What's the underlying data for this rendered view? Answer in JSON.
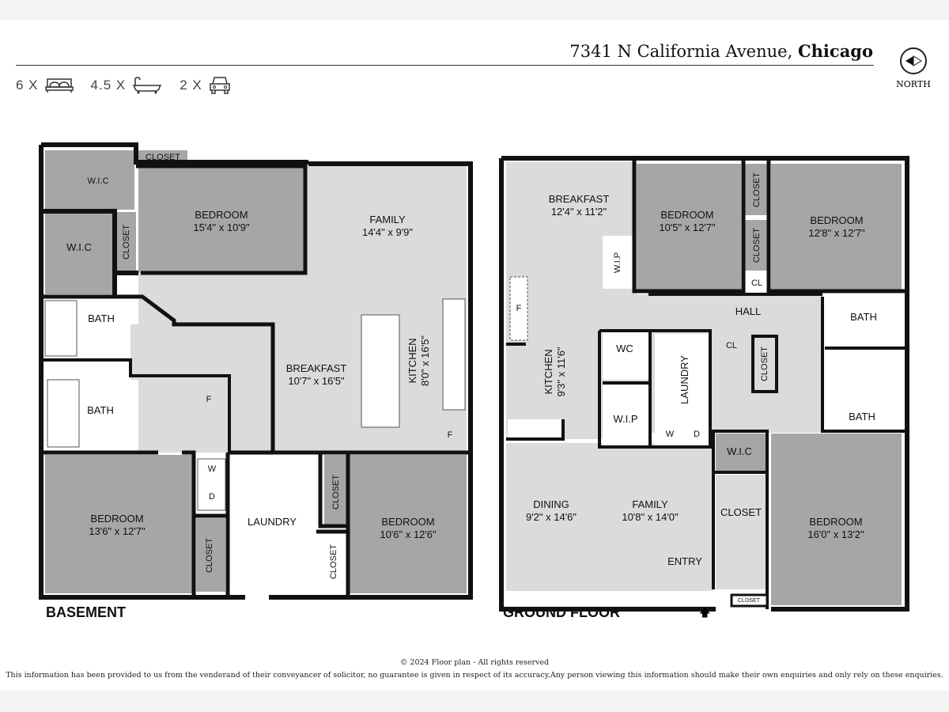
{
  "header": {
    "address": "7341 N California Avenue,",
    "city": "Chicago",
    "north_label": "NORTH"
  },
  "stats": [
    {
      "count": "6 X",
      "icon": "bed-icon"
    },
    {
      "count": "4.5 X",
      "icon": "bathtub-icon"
    },
    {
      "count": "2 X",
      "icon": "car-icon"
    }
  ],
  "basement": {
    "title": "BASEMENT",
    "rooms": [
      {
        "name": "W.I.C",
        "dims": ""
      },
      {
        "name": "CLOSET",
        "dims": ""
      },
      {
        "name": "BEDROOM",
        "dims": "15'4\" x 10'9\""
      },
      {
        "name": "FAMILY",
        "dims": "14'4\" x 9'9\""
      },
      {
        "name": "W.I.C",
        "dims": ""
      },
      {
        "name": "CLOSET",
        "dims": ""
      },
      {
        "name": "BATH",
        "dims": ""
      },
      {
        "name": "BREAKFAST",
        "dims": "10'7\" x 16'5\""
      },
      {
        "name": "KITCHEN",
        "dims": "8'0\" x 16'5\""
      },
      {
        "name": "BATH",
        "dims": ""
      },
      {
        "name": "BEDROOM",
        "dims": "13'6\" x 12'7\""
      },
      {
        "name": "LAUNDRY",
        "dims": ""
      },
      {
        "name": "CLOSET",
        "dims": ""
      },
      {
        "name": "CLOSET",
        "dims": ""
      },
      {
        "name": "CLOSET",
        "dims": ""
      },
      {
        "name": "BEDROOM",
        "dims": "10'6\" x 12'6\""
      }
    ],
    "appliances": [
      "F",
      "F",
      "W",
      "D"
    ]
  },
  "ground": {
    "title": "GROUND FLOOR",
    "rooms": [
      {
        "name": "BREAKFAST",
        "dims": "12'4\" x 11'2\""
      },
      {
        "name": "BEDROOM",
        "dims": "10'5\" x 12'7\""
      },
      {
        "name": "CLOSET",
        "dims": ""
      },
      {
        "name": "BEDROOM",
        "dims": "12'8\" x 12'7\""
      },
      {
        "name": "CLOSET",
        "dims": ""
      },
      {
        "name": "W.I.P",
        "dims": ""
      },
      {
        "name": "CL",
        "dims": ""
      },
      {
        "name": "HALL",
        "dims": ""
      },
      {
        "name": "BATH",
        "dims": ""
      },
      {
        "name": "KITCHEN",
        "dims": "9'3\" x 11'6\""
      },
      {
        "name": "WC",
        "dims": ""
      },
      {
        "name": "CL",
        "dims": ""
      },
      {
        "name": "LAUNDRY",
        "dims": ""
      },
      {
        "name": "CLOSET",
        "dims": ""
      },
      {
        "name": "BATH",
        "dims": ""
      },
      {
        "name": "W.I.P",
        "dims": ""
      },
      {
        "name": "W.I.C",
        "dims": ""
      },
      {
        "name": "DINING",
        "dims": "9'2\" x 14'6\""
      },
      {
        "name": "FAMILY",
        "dims": "10'8\" x 14'0\""
      },
      {
        "name": "CLOSET",
        "dims": ""
      },
      {
        "name": "BEDROOM",
        "dims": "16'0\" x 13'2\""
      },
      {
        "name": "ENTRY",
        "dims": ""
      },
      {
        "name": "CLOSET",
        "dims": ""
      }
    ],
    "appliances": [
      "F",
      "W",
      "D"
    ]
  },
  "footer": {
    "copyright": "© 2024  Floor plan  - All rights reserved",
    "disclaimer": "This information has been provided to us from the venderand of their conveyancer of solicitor, no guarantee is given in respect of its accuracy.Any person viewing this information should make their own enquiries and only rely on these enquiries."
  },
  "colors": {
    "wall": "#111111",
    "room_dark": "#a6a6a6",
    "room_light": "#d9dbdc",
    "room_white": "#ffffff"
  }
}
